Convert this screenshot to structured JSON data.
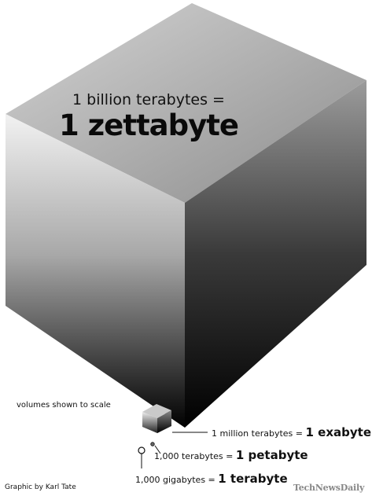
{
  "headline": {
    "line1": "1 billion terabytes =",
    "line2": "1 zettabyte"
  },
  "note": "volumes shown to scale",
  "labels": [
    {
      "prefix": "1 million terabytes = ",
      "unit": "1 exabyte"
    },
    {
      "prefix": "1,000 terabytes = ",
      "unit": "1 petabyte"
    },
    {
      "prefix": "1,000 gigabytes = ",
      "unit": "1 terabyte"
    }
  ],
  "credit": "Graphic by Karl Tate",
  "brand": "TechNewsDaily",
  "colors": {
    "top_face_light": "#cfcfcf",
    "top_face_dark": "#8a8a8a",
    "left_face_light": "#efefef",
    "left_face_dark": "#000000",
    "right_face_light": "#9a9a9a",
    "right_face_dark": "#000000"
  }
}
